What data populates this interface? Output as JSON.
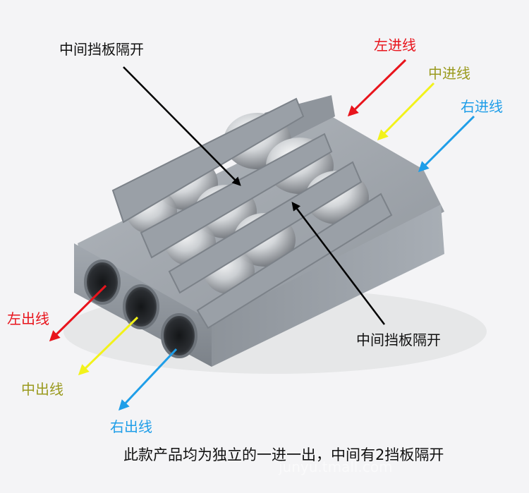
{
  "labels": {
    "partition_top": "中间挡板隔开",
    "partition_mid": "中间挡板隔开",
    "left_in": "左进线",
    "mid_in": "中进线",
    "right_in": "右进线",
    "left_out": "左出线",
    "mid_out": "中出线",
    "right_out": "右出线"
  },
  "caption": "此款产品均为独立的一进一出，中间有2挡板隔开",
  "watermark": "junyu.tmall.com",
  "colors": {
    "red": "#e8141c",
    "yellow": "#f2f21a",
    "blue": "#1f9ee8",
    "olive_text": "#9a9a1e",
    "housing": "#9da3aa",
    "metal": "#d8dadc"
  },
  "icons": [
    "arrow-red-icon",
    "arrow-yellow-icon",
    "arrow-blue-icon",
    "arrow-black-icon"
  ]
}
